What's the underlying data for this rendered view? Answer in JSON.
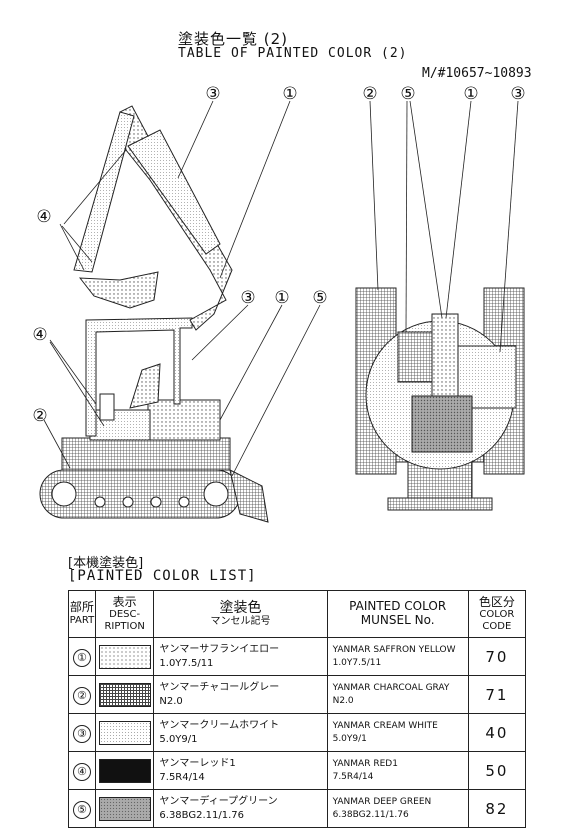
{
  "header": {
    "title_jp": "塗装色一覧 (2)",
    "title_en": "TABLE OF PAINTED COLOR (2)",
    "model_range": "M/#10657~10893"
  },
  "callouts": {
    "side": [
      "③",
      "①",
      "④",
      "③",
      "①",
      "⑤",
      "④",
      "②"
    ],
    "rear": [
      "②",
      "⑤",
      "①",
      "③"
    ]
  },
  "color_list": {
    "title_jp": "[本機塗装色]",
    "title_en": "[PAINTED COLOR LIST]",
    "headers": {
      "part_jp": "部所",
      "part_en": "PART",
      "desc_jp": "表示",
      "desc_en_1": "DESC-",
      "desc_en_2": "RIPTION",
      "color_jp": "塗装色",
      "color_sub": "マンセル記号",
      "painted_1": "PAINTED COLOR",
      "painted_2": "MUNSEL No.",
      "code_jp": "色区分",
      "code_en_1": "COLOR",
      "code_en_2": "CODE"
    },
    "rows": [
      {
        "part": "①",
        "name_jp": "ヤンマーサフランイエロー",
        "munsell": "1.0Y7.5/11",
        "name_en": "YANMAR SAFFRON YELLOW",
        "munsell_en": "1.0Y7.5/11",
        "code": "70"
      },
      {
        "part": "②",
        "name_jp": "ヤンマーチャコールグレー",
        "munsell": "N2.0",
        "name_en": "YANMAR CHARCOAL GRAY",
        "munsell_en": "N2.0",
        "code": "71"
      },
      {
        "part": "③",
        "name_jp": "ヤンマークリームホワイト",
        "munsell": "5.0Y9/1",
        "name_en": "YANMAR CREAM WHITE",
        "munsell_en": "5.0Y9/1",
        "code": "40"
      },
      {
        "part": "④",
        "name_jp": "ヤンマーレッド1",
        "munsell": "7.5R4/14",
        "name_en": "YANMAR RED1",
        "munsell_en": "7.5R4/14",
        "code": "50"
      },
      {
        "part": "⑤",
        "name_jp": "ヤンマーディープグリーン",
        "munsell": "6.38BG2.11/1.76",
        "name_en": "YANMAR DEEP GREEN",
        "munsell_en": "6.38BG2.11/1.76",
        "code": "82"
      }
    ]
  }
}
